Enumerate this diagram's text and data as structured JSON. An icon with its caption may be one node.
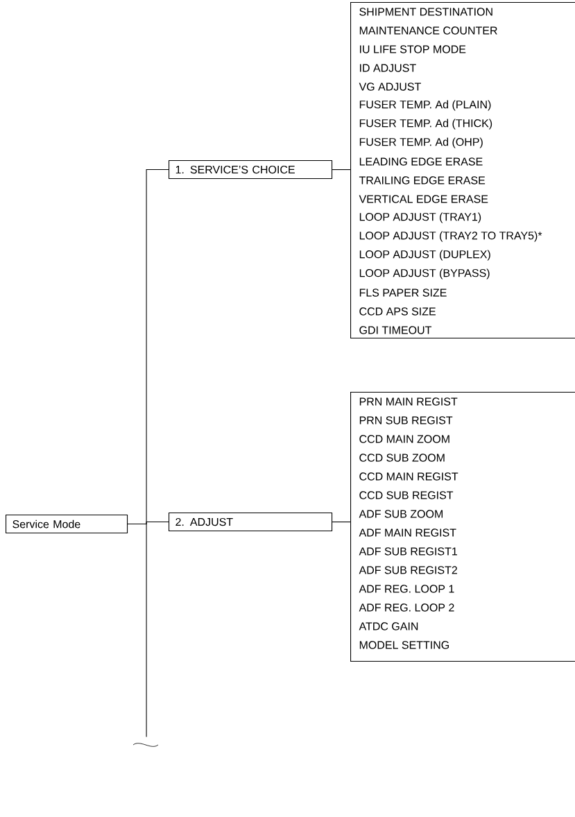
{
  "diagram": {
    "nodes": [
      {
        "text": [
          "Service Mode"
        ]
      },
      {
        "text": [
          "1. SERVICE’S CHOICE"
        ]
      },
      {
        "text": [
          "SHIPMENT DESTINATION",
          "MAINTENANCE COUNTER",
          "IU LIFE STOP MODE",
          "ID ADJUST",
          "VG ADJUST",
          "FUSER TEMP. Ad (PLAIN)",
          "FUSER TEMP. Ad (THICK)",
          "FUSER TEMP. Ad (OHP)",
          "LEADING EDGE ERASE",
          "TRAILING EDGE ERASE",
          "VERTICAL EDGE ERASE",
          "LOOP ADJUST (TRAY1)",
          "LOOP ADJUST (TRAY2 TO TRAY5)*",
          "LOOP ADJUST (DUPLEX)",
          "LOOP ADJUST (BYPASS)",
          "FLS PAPER SIZE",
          "CCD APS SIZE",
          "GDI TIMEOUT"
        ]
      },
      {
        "text": [
          "2. ADJUST"
        ]
      },
      {
        "text": [
          "PRN MAIN REGIST",
          "PRN SUB REGIST",
          "CCD MAIN ZOOM",
          "CCD SUB ZOOM",
          "CCD MAIN REGIST",
          "CCD SUB REGIST",
          "ADF SUB ZOOM",
          "ADF MAIN REGIST",
          "ADF SUB REGIST1",
          "ADF SUB REGIST2",
          "ADF REG. LOOP 1",
          "ADF REG. LOOP 2",
          "ATDC GAIN",
          "MODEL SETTING"
        ]
      }
    ],
    "edges": [
      {
        "from": 0,
        "to": 1,
        "arrow": "none"
      },
      {
        "from": 0,
        "to": 3,
        "arrow": "none"
      },
      {
        "from": 0,
        "to": null,
        "arrow": "none"
      },
      {
        "from": 1,
        "to": 2,
        "arrow": "none"
      },
      {
        "from": 3,
        "to": 4,
        "arrow": "none"
      }
    ]
  }
}
